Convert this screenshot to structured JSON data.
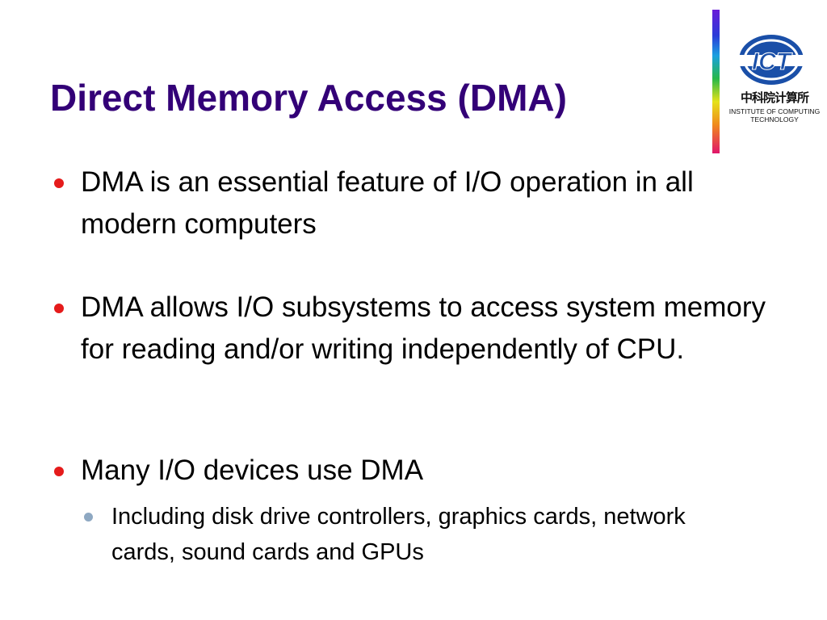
{
  "slide": {
    "title": "Direct Memory Access (DMA)",
    "bullets": [
      {
        "text": "DMA is an essential feature of I/O operation in all modern computers"
      },
      {
        "text": "DMA allows I/O subsystems to access system memory for reading and/or writing independently of CPU."
      },
      {
        "text": " Many I/O devices use DMA"
      }
    ],
    "sub_bullets": [
      {
        "text": "Including disk drive controllers, graphics cards, network cards, sound cards and GPUs"
      }
    ]
  },
  "logo": {
    "emblem_text": "ICT",
    "chinese_name": "中科院计算所",
    "english_line1": "INSTITUTE OF COMPUTING",
    "english_line2": "TECHNOLOGY"
  },
  "colors": {
    "title": "#330077",
    "bullet_l1": "#e51b1b",
    "bullet_l2": "#8ea8c2",
    "logo_blue": "#1a4fa8"
  }
}
